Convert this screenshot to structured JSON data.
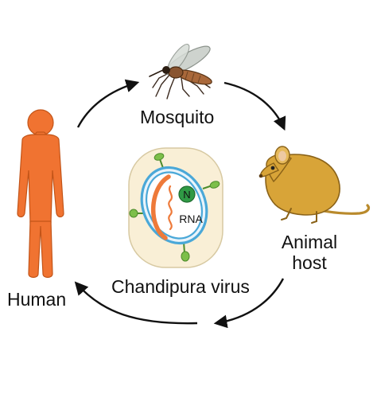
{
  "labels": {
    "mosquito": "Mosquito",
    "animal_host": "Animal host",
    "human": "Human",
    "virus": "Chandipura virus",
    "nucleoprotein": "N",
    "genome": "RNA"
  },
  "colors": {
    "human": "#f07331",
    "animal": "#d8a438",
    "capsule_fill": "#f9efd6",
    "envelope": "#4aa8d8",
    "spike": "#7dbf4a",
    "nucleocapsid": "#ee7a3a",
    "n_protein": "#2f9a45",
    "arrow": "#111111"
  },
  "icons": [
    "mosquito-icon",
    "rat-icon",
    "human-figure-icon",
    "virus-particle-icon"
  ]
}
